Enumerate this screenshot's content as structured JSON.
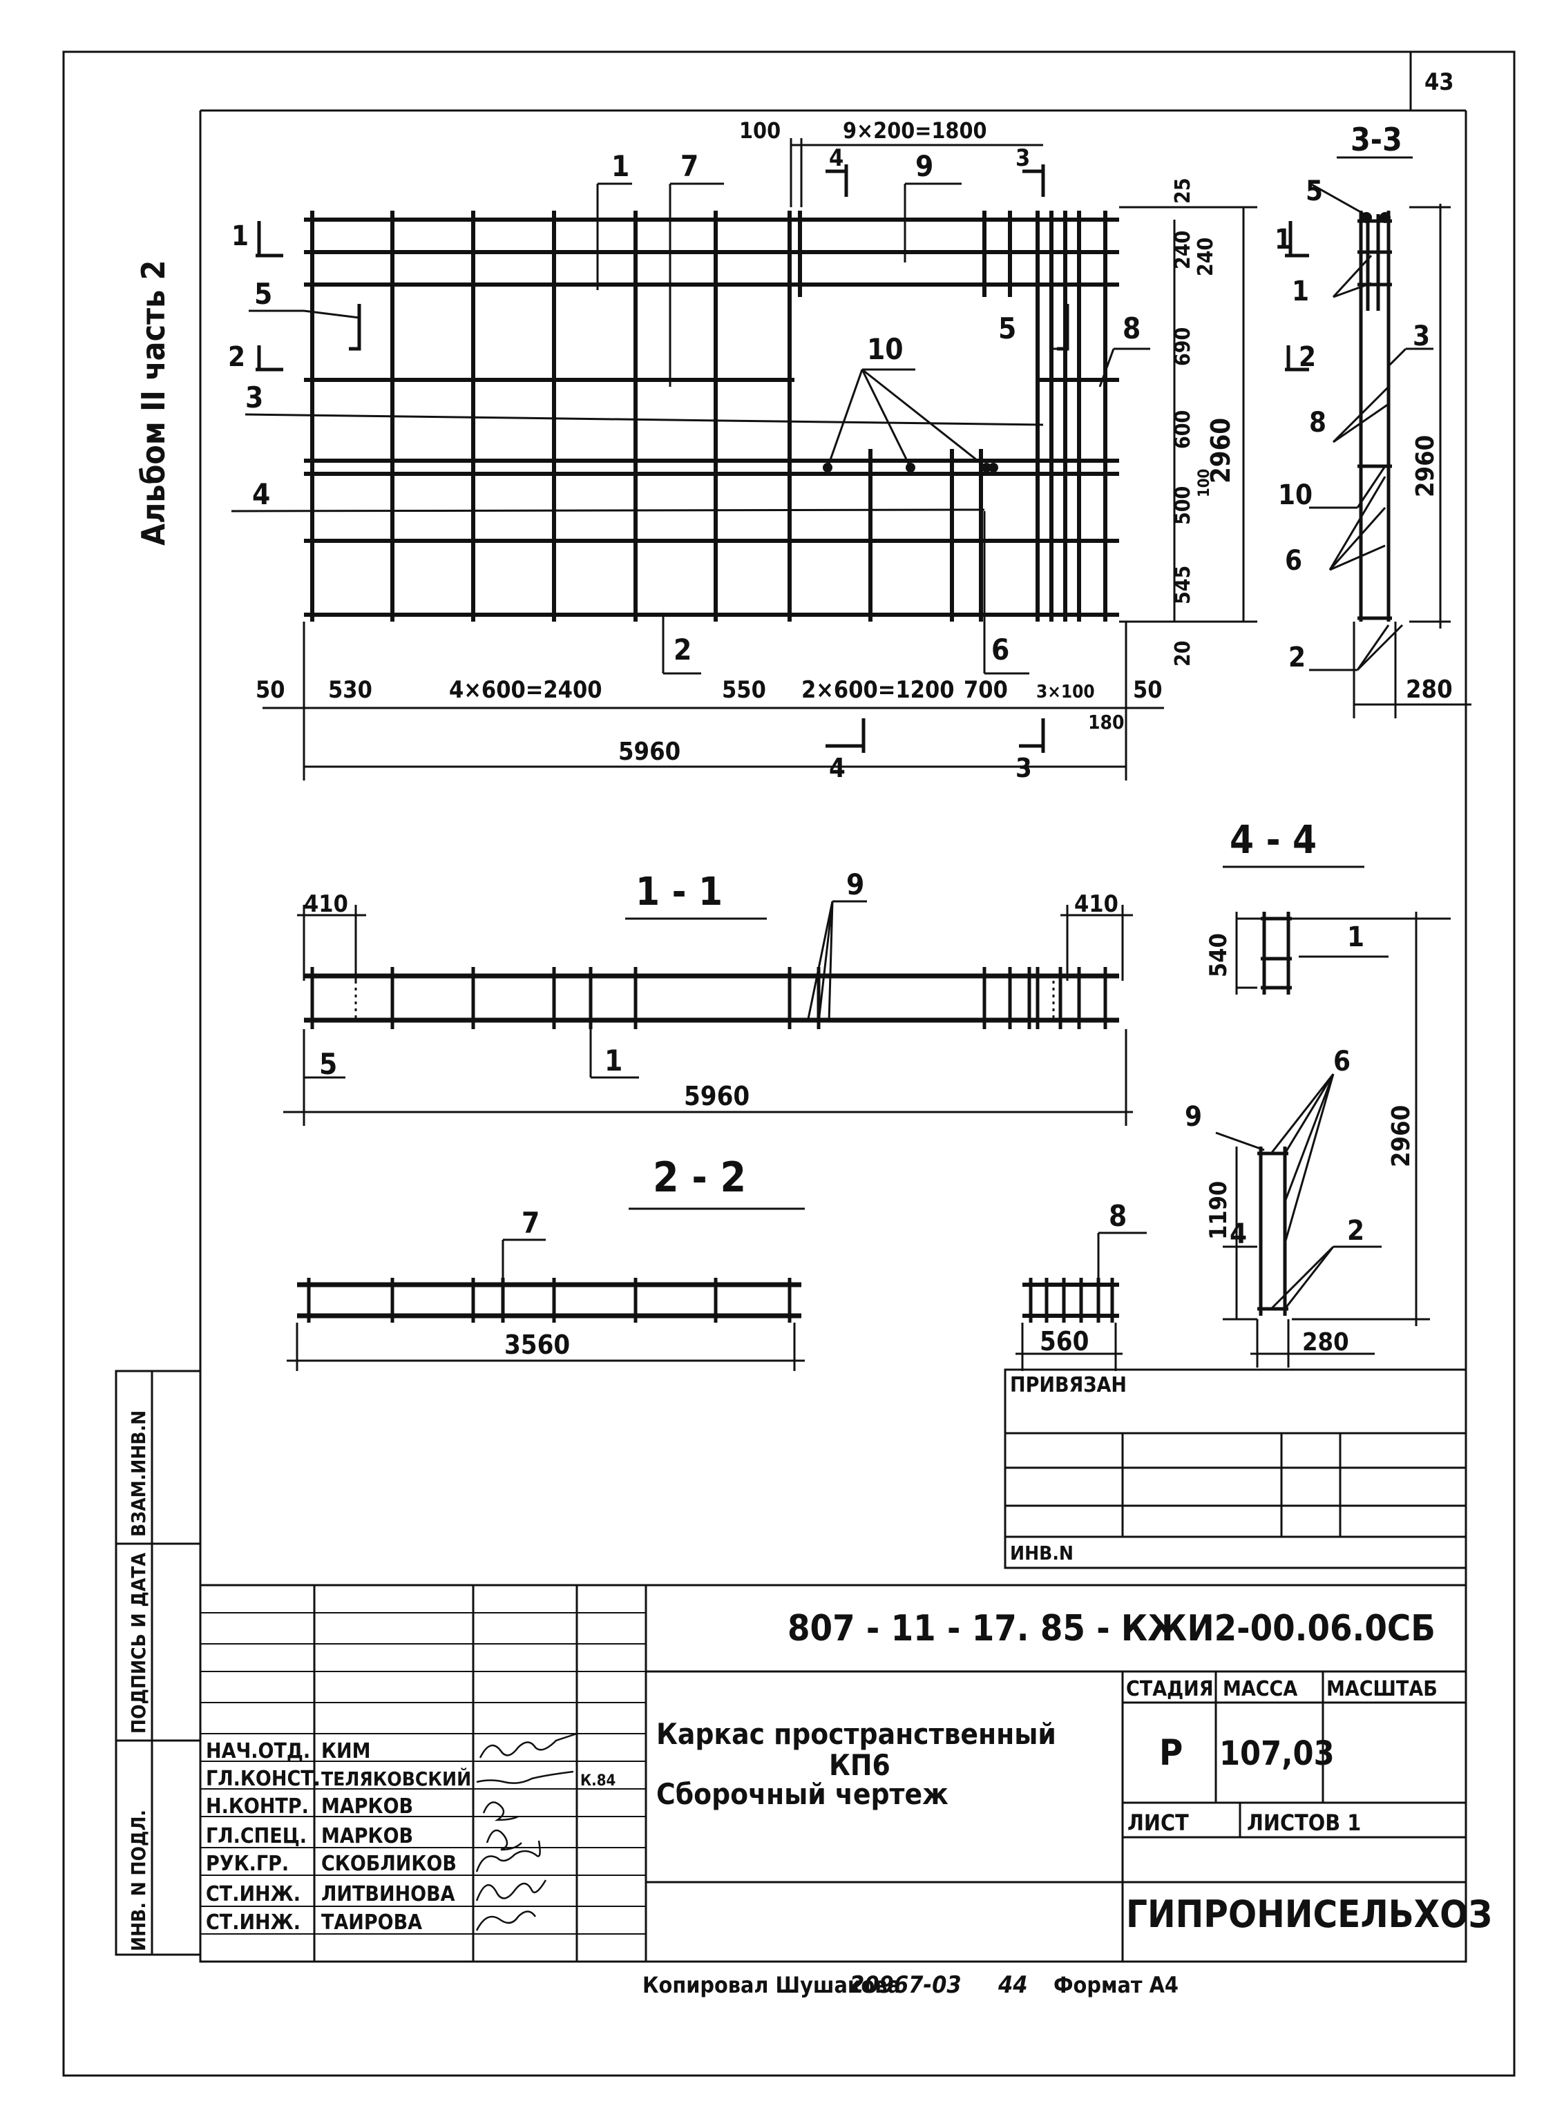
{
  "sheet": {
    "page_number": "43",
    "album_title": "Альбом II часть 2",
    "copied_by": "Копировал Шушакова",
    "copy_number": "20967-03",
    "copy_page": "44",
    "format": "Формат А4"
  },
  "plan": {
    "top_dims": [
      "100",
      "9×200=1800"
    ],
    "bottom_dims": [
      "50",
      "530",
      "4×600=2400",
      "550",
      "2×600=1200",
      "700",
      "3×100",
      "50",
      "180"
    ],
    "total_length": "5960",
    "right_dims": [
      "25",
      "240",
      "240",
      "690",
      "600",
      "100",
      "500",
      "545",
      "20"
    ],
    "total_height": "2960",
    "section_marks": [
      "1",
      "1",
      "2",
      "2",
      "3",
      "3",
      "4",
      "4"
    ],
    "callouts": [
      "1",
      "7",
      "9",
      "5",
      "3",
      "4",
      "5",
      "8",
      "10",
      "2",
      "6"
    ]
  },
  "section_3_3": {
    "title": "3-3",
    "callouts": [
      "5",
      "1",
      "3",
      "8",
      "10",
      "6",
      "2"
    ],
    "height": "2960",
    "width": "280"
  },
  "section_1_1": {
    "title": "1 - 1",
    "dims": [
      "410",
      "410",
      "5960"
    ],
    "callouts": [
      "9",
      "5",
      "1"
    ]
  },
  "section_2_2": {
    "title": "2 - 2",
    "dim": "3560",
    "callouts": [
      "7"
    ]
  },
  "section_4_4": {
    "title": "4 - 4",
    "dims": [
      "540",
      "1190",
      "280",
      "2960"
    ],
    "callouts": [
      "1",
      "6",
      "9",
      "4",
      "2"
    ]
  },
  "section_8": {
    "callout": "8",
    "dim": "560"
  },
  "binding_table": {
    "privyazan": "ПРИВЯЗАН",
    "inv_n": "ИНВ.N"
  },
  "side_strip": {
    "vzam": "ВЗАМ.ИНВ.N",
    "podpis": "ПОДПИСЬ И ДАТА",
    "inv_podl": "ИНВ. N ПОДЛ."
  },
  "title_block": {
    "doc_code": "807 - 11 - 17. 85 - КЖИ2-00.06.0СБ",
    "title_line1": "Каркас пространственный",
    "title_line2": "КП6",
    "title_line3": "Сборочный чертеж",
    "stage_label": "СТАДИЯ",
    "mass_label": "МАССА",
    "scale_label": "МАСШТАБ",
    "stage": "Р",
    "mass": "107,03",
    "sheet_label": "ЛИСТ",
    "sheets_label": "ЛИСТОВ 1",
    "org": "ГИПРОНИСЕЛЬХОЗ",
    "staff": [
      {
        "role": "НАЧ.ОТД.",
        "name": "КИМ"
      },
      {
        "role": "ГЛ.КОНСТ.",
        "name": "ТЕЛЯКОВСКИЙ"
      },
      {
        "role": "Н.КОНТР.",
        "name": "МАРКОВ"
      },
      {
        "role": "ГЛ.СПЕЦ.",
        "name": "МАРКОВ"
      },
      {
        "role": "РУК.ГР.",
        "name": "СКОБЛИКОВ"
      },
      {
        "role": "СТ.ИНЖ.",
        "name": "ЛИТВИНОВА"
      },
      {
        "role": "СТ.ИНЖ.",
        "name": "ТАИРОВА"
      }
    ],
    "date_note": "К.84"
  }
}
